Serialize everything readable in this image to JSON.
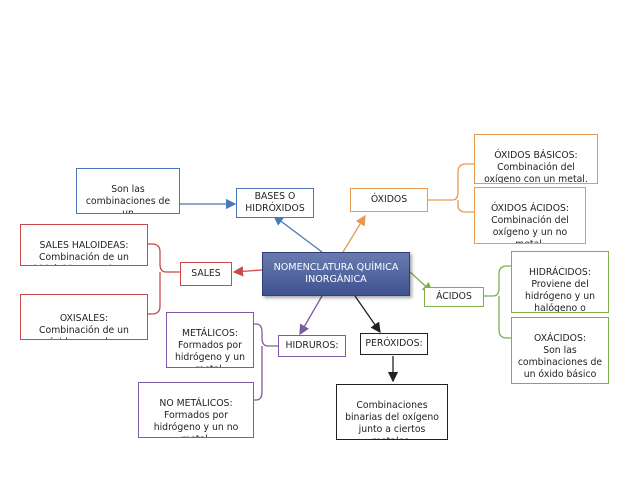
{
  "colors": {
    "center": "#4a5d9c",
    "blue": "#4a78b8",
    "orange": "#e59a4f",
    "red": "#c84a4a",
    "green": "#7bb04e",
    "purple": "#7e5aa2",
    "black": "#222222"
  },
  "center": {
    "text": "NOMENCLATURA QUÍMICA\nINORGÁNICA"
  },
  "bases": {
    "label": "BASES O\nHIDRÓXIDOS",
    "definition": "Son las\ncombinaciones de un\nóxido básico con el\nagua."
  },
  "oxidos": {
    "label": "ÓXIDOS",
    "basicos": "ÓXIDOS BÁSICOS:\nCombinación del\noxígeno con un metal.",
    "acidos": "ÓXIDOS ÁCIDOS:\nCombinación del\noxígeno y un no\nmetal."
  },
  "sales": {
    "label": "SALES",
    "haloideas": "SALES HALOIDEAS:\nCombinación de un\nhidrácido y una base.",
    "oxisales": "OXISALES:\nCombinación de un\noxácido y una base."
  },
  "acidos": {
    "label": "ÁCIDOS",
    "hidracidos": "HIDRÁCIDOS:\nProviene del\nhidrógeno y un\nhalógeno o\nanfígeno.",
    "oxacidos": "OXÁCIDOS:\nSon las\ncombinaciones de\nun óxido básico con\nel agua."
  },
  "hidruros": {
    "label": "HIDRUROS:",
    "metalicos": "METÁLICOS:\nFormados por\nhidrógeno y un\nmetal.",
    "no_metalicos": "NO METÁLICOS:\nFormados por\nhidrógeno y un no\nmetal."
  },
  "peroxidos": {
    "label": "PERÓXIDOS:",
    "definition": "Combinaciones\nbinarias del oxígeno\njunto a ciertos\nmetales."
  }
}
